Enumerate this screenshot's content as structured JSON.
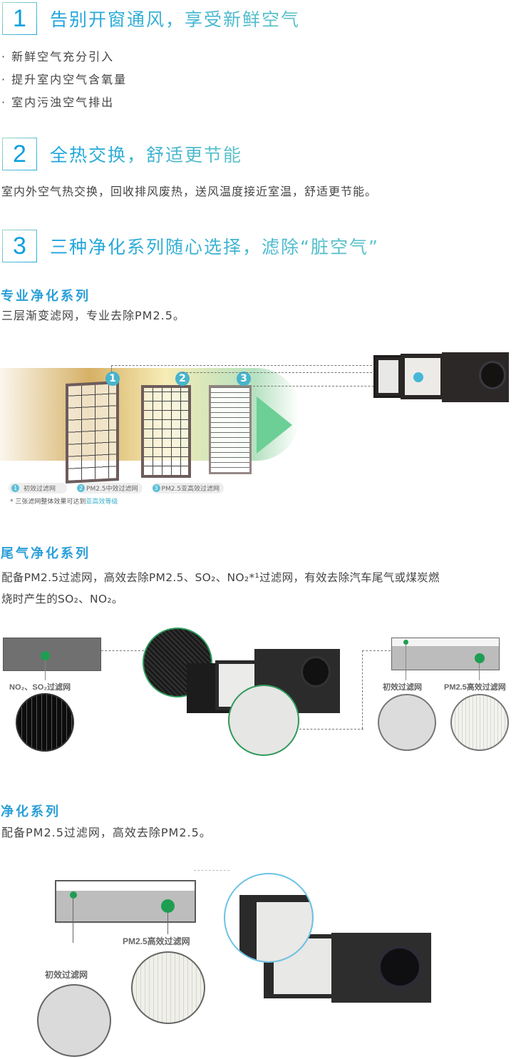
{
  "sections": [
    {
      "number": "1",
      "title": "告别开窗通风，享受新鲜空气",
      "bullets": [
        "· 新鲜空气充分引入",
        "· 提升室内空气含氧量",
        "· 室内污浊空气排出"
      ]
    },
    {
      "number": "2",
      "title": "全热交换，舒适更节能",
      "body": "室内外空气热交换，回收排风废热，送风温度接近室温，舒适更节能。"
    },
    {
      "number": "3",
      "title": "三种净化系列随心选择，滤除“脏空气”"
    }
  ],
  "series": [
    {
      "title": "专业净化系列",
      "desc": "三层渐变滤网，专业去除PM2.5。",
      "figure": {
        "filters": [
          {
            "badge": "1",
            "legend": "初效过滤网"
          },
          {
            "badge": "2",
            "legend": "PM2.5中效过滤网"
          },
          {
            "badge": "3",
            "legend": "PM2.5亚高效过滤网"
          }
        ],
        "note_prefix": "* 三张滤网整体效果可达到",
        "note_highlight": "亚高效等级"
      }
    },
    {
      "title": "尾气净化系列",
      "desc_line1": "配备PM2.5过滤网，高效去除PM2.5、SO₂、NO₂*¹过滤网，有效去除汽车尾气或煤炭燃",
      "desc_line2": "烧时产生的SO₂、NO₂。",
      "figure": {
        "left_label": "NO₂、SO₂过滤网",
        "right_label_1": "初效过滤网",
        "right_label_2": "PM2.5高效过滤网"
      }
    },
    {
      "title": "净化系列",
      "desc": "配备PM2.5过滤网，高效去除PM2.5。",
      "figure": {
        "label_1": "初效过滤网",
        "label_2": "PM2.5高效过滤网"
      }
    }
  ],
  "colors": {
    "accent_blue": "#1aa3de",
    "accent_green": "#1e9e52",
    "highlight_teal": "#3ab0c8"
  }
}
